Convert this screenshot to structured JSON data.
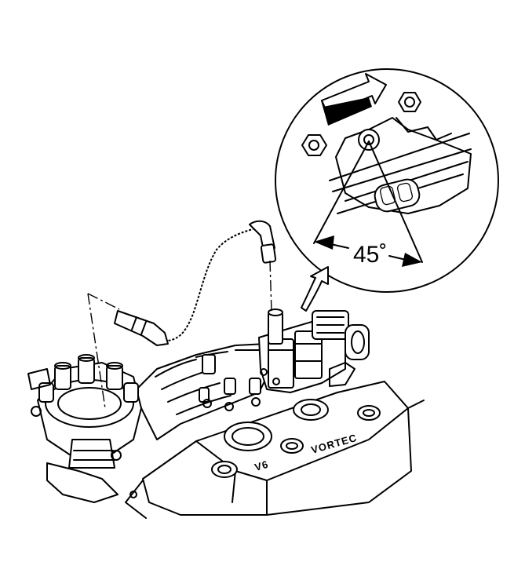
{
  "detail": {
    "angle_label": "45˚",
    "direction_arrow": "rotation-arrow-icon",
    "callout_arrow": "callout-arrow-icon"
  },
  "engine": {
    "cover_label": "VORTEC",
    "cover_sublabel": "V6"
  },
  "colors": {
    "ink": "#000000",
    "paper": "#ffffff"
  }
}
